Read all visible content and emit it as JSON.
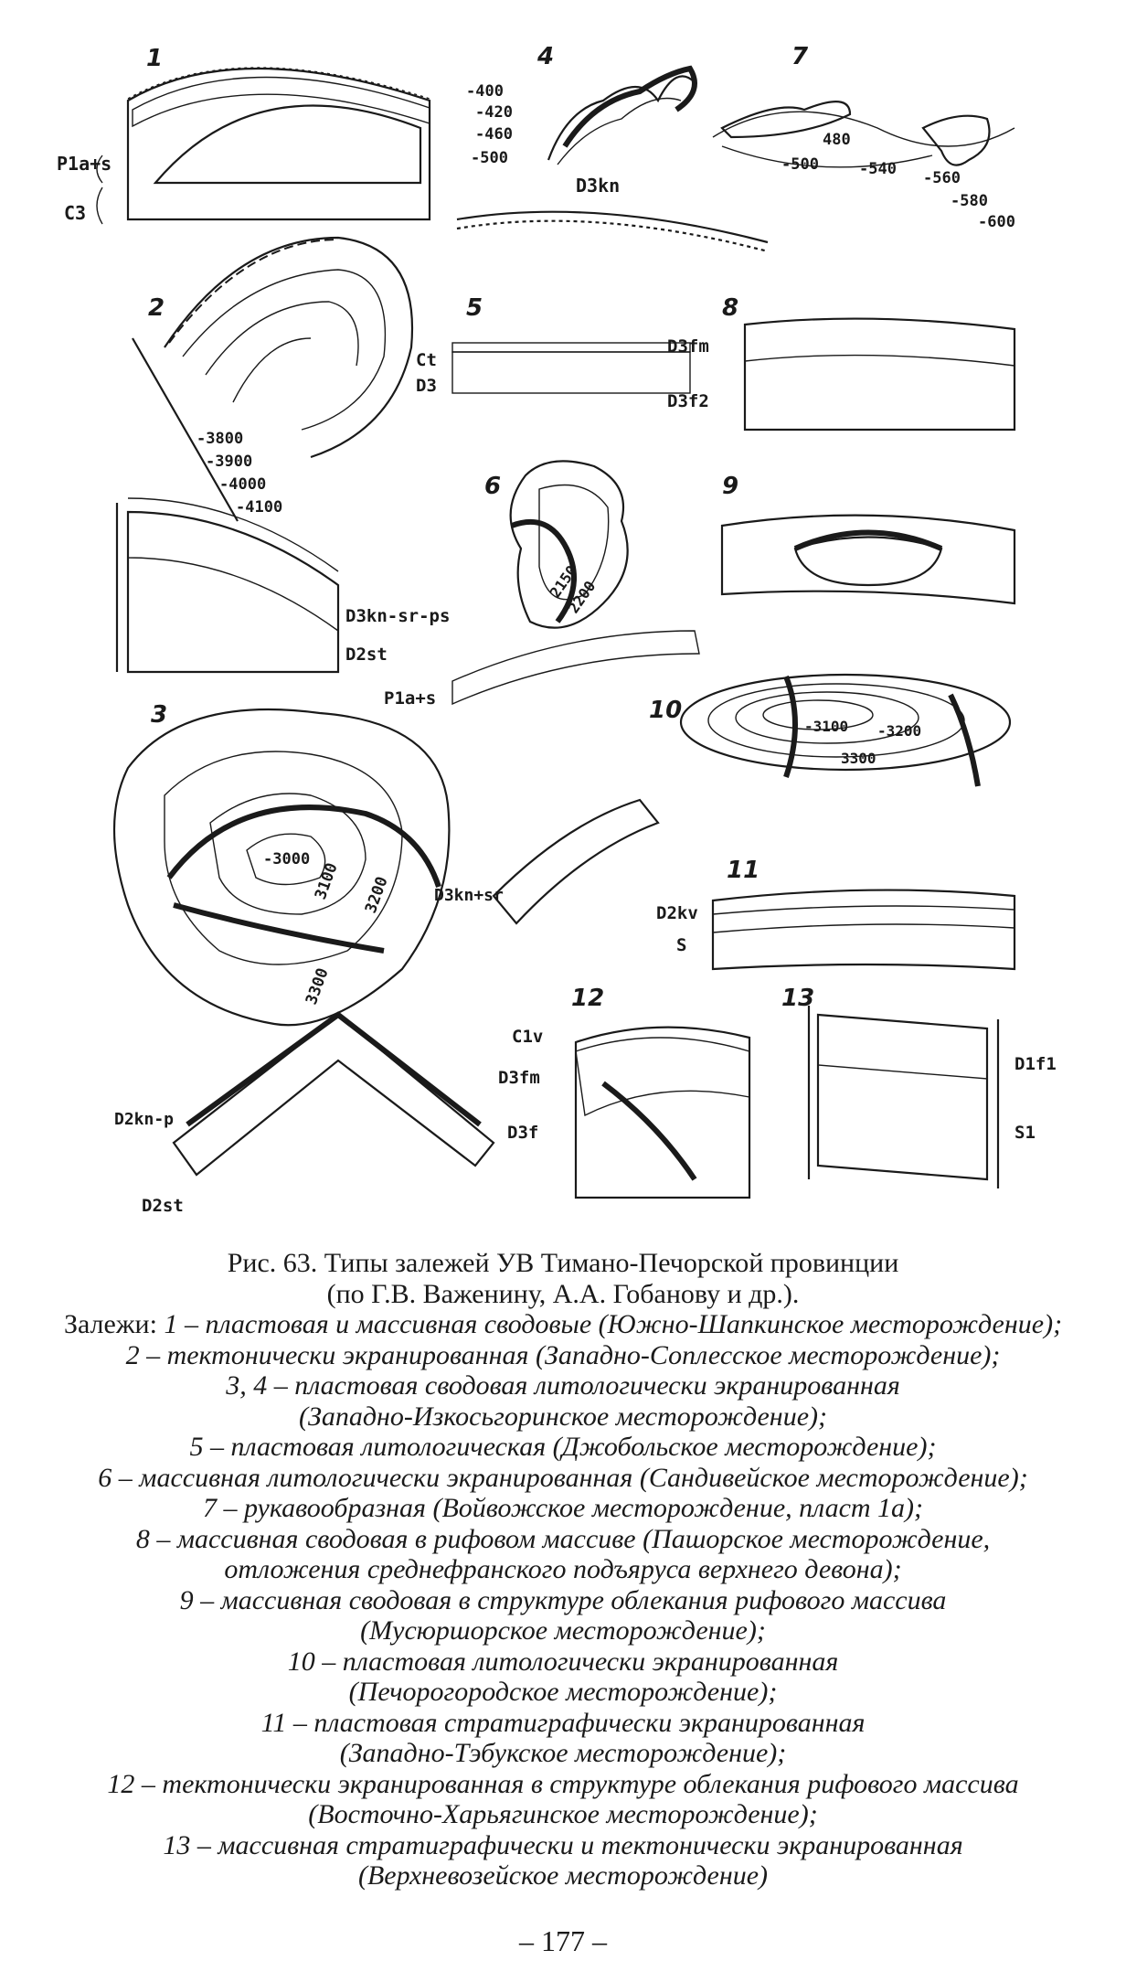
{
  "figure": {
    "panel_numbers": [
      "1",
      "2",
      "3",
      "4",
      "5",
      "6",
      "7",
      "8",
      "9",
      "10",
      "11",
      "12",
      "13"
    ],
    "labels": {
      "p1_pas": "P1a+s",
      "p1_c3": "C3",
      "p2_3800": "-3800",
      "p2_3900": "-3900",
      "p2_4000": "-4000",
      "p2_4100": "-4100",
      "p2_d3": "D3kn-sr-ps",
      "p2_d2": "D2st",
      "p3_3000": "-3000",
      "p3_3100": "3100",
      "p3_3200": "3200",
      "p3_3300": "3300",
      "p3_d3": "D3kn+sr",
      "p3_d2kn": "D2kn-p",
      "p3_d2st": "D2st",
      "p4_400": "-400",
      "p4_420": "-420",
      "p4_460": "-460",
      "p4_500": "-500",
      "p4_d3kn": "D3kn",
      "p5_ct": "Ct",
      "p5_d3": "D3",
      "p6_2150": "2150",
      "p6_2200": "2200",
      "p6_p1": "P1a+s",
      "p7_480": "480",
      "p7_500": "-500",
      "p7_540": "-540",
      "p7_560": "-560",
      "p7_580": "-580",
      "p7_600": "-600",
      "p8_d3fm": "D3fm",
      "p8_d3f2": "D3f2",
      "p10_3100": "-3100",
      "p10_3200": "-3200",
      "p10_3300": "3300",
      "p11_d2kv": "D2kv",
      "p11_s": "S",
      "p12_c1v": "C1v",
      "p12_d3fm": "D3fm",
      "p12_d3f": "D3f",
      "p13_d1f1": "D1f1",
      "p13_s1": "S1"
    }
  },
  "caption": {
    "title": "Рис. 63. Типы залежей УВ Тимано-Печорской провинции",
    "authors": "(по Г.В. Важенину, А.А. Гобанову и др.).",
    "lead": "Залежи: ",
    "items": [
      "1 – пластовая и массивная сводовые (Южно-Шапкинское месторождение);",
      "2 – тектонически экранированная (Западно-Соплесское месторождение);",
      "3, 4 – пластовая сводовая литологически экранированная",
      "(Западно-Изкосьгоринское месторождение);",
      "5 – пластовая литологическая (Джобольское месторождение);",
      "6 – массивная литологически экранированная (Сандивейское месторождение);",
      "7 – рукавообразная (Войвожское месторождение, пласт 1а);",
      "8 – массивная сводовая в рифовом массиве (Пашорское месторождение,",
      "отложения среднефранского подъяруса верхнего девона);",
      "9 – массивная сводовая в структуре облекания рифового массива",
      "(Мусюршорское месторождение);",
      "10 – пластовая литологически экранированная",
      "(Печорогородское месторождение);",
      "11 – пластовая стратиграфически экранированная",
      "(Западно-Тэбукское месторождение);",
      "12 – тектонически экранированная в структуре облекания рифового массива",
      "(Восточно-Харьягинское месторождение);",
      "13 – массивная стратиграфически и тектонически экранированная",
      "(Верхневозейское месторождение)"
    ]
  },
  "page_number": "– 177 –"
}
